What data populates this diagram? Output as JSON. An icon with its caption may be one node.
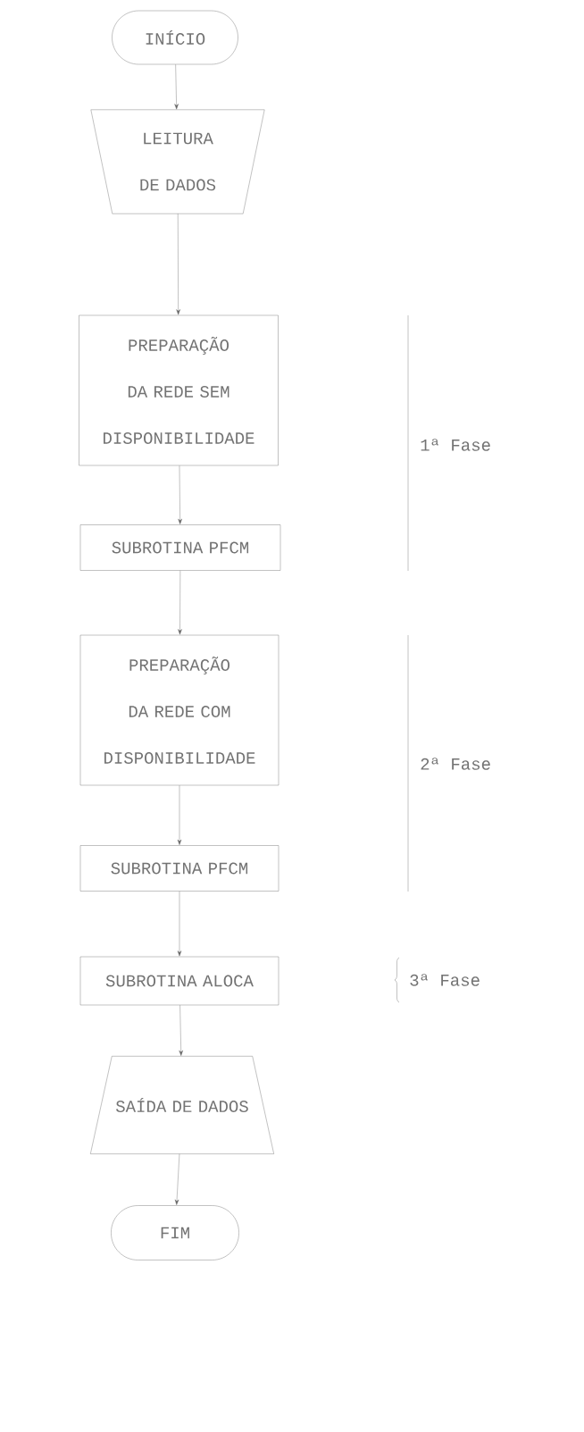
{
  "diagram": {
    "nodes": [
      {
        "text": [
          "INÍCIO"
        ]
      },
      {
        "text": [
          "LEITURA DE DADOS"
        ]
      },
      {
        "text": [
          "PREPARAÇÃO DA REDE SEM DISPONIBILIDADE"
        ]
      },
      {
        "text": [
          "SUBROTINA PFCM"
        ]
      },
      {
        "text": [
          "PREPARAÇÃO DA REDE COM DISPONIBILIDADE"
        ]
      },
      {
        "text": [
          "SUBROTINA PFCM"
        ]
      },
      {
        "text": [
          "SUBROTINA ALOCA"
        ]
      },
      {
        "text": [
          "SAÍDA DE DADOS"
        ]
      },
      {
        "text": [
          "FIM"
        ]
      }
    ],
    "edges": [
      {
        "from": 0,
        "to": 1,
        "arrow": "to"
      },
      {
        "from": 1,
        "to": 2,
        "arrow": "to"
      },
      {
        "from": 2,
        "to": 3,
        "arrow": "to"
      },
      {
        "from": 3,
        "to": 4,
        "arrow": "to"
      },
      {
        "from": 4,
        "to": 5,
        "arrow": "to"
      },
      {
        "from": 5,
        "to": 6,
        "arrow": "to"
      },
      {
        "from": 6,
        "to": 7,
        "arrow": "to"
      },
      {
        "from": 7,
        "to": 8,
        "arrow": "to"
      }
    ],
    "labels": [
      "1ª Fase",
      "2ª Fase",
      "3ª Fase"
    ]
  }
}
